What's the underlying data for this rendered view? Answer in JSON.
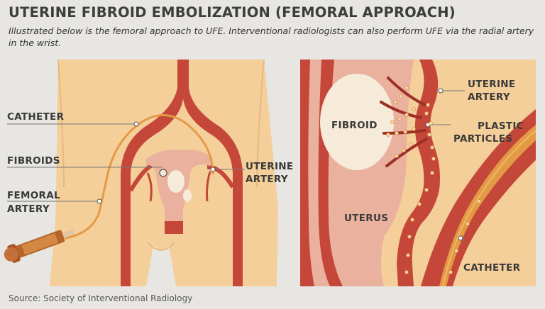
{
  "title": "UTERINE FIBROID EMBOLIZATION (FEMORAL APPROACH)",
  "subtitle": "Illustrated below is the femoral approach to UFE. Interventional radiologists can also perform UFE via the radial artery in the wrist.",
  "left_panel": {
    "labels": {
      "catheter": "CATHETER",
      "fibroids": "FIBROIDS",
      "femoral_artery_1": "FEMORAL",
      "femoral_artery_2": "ARTERY",
      "uterine_artery_1": "UTERINE",
      "uterine_artery_2": "ARTERY"
    }
  },
  "right_panel": {
    "labels": {
      "fibroid": "FIBROID",
      "uterine_artery_1": "UTERINE",
      "uterine_artery_2": "ARTERY",
      "plastic_particles_1": "PLASTIC",
      "plastic_particles_2": "PARTICLES",
      "uterus": "UTERUS",
      "catheter": "CATHETER"
    }
  },
  "source": "Source: Society of Interventional Radiology",
  "colors": {
    "background": "#e8e6e2",
    "skin": "#f5cf9a",
    "artery": "#c5473a",
    "artery_dark": "#9e2f26",
    "catheter": "#e39a45",
    "uterus": "#eab19e",
    "fibroid": "#f6ead8",
    "label_text": "#3a3a3a"
  }
}
